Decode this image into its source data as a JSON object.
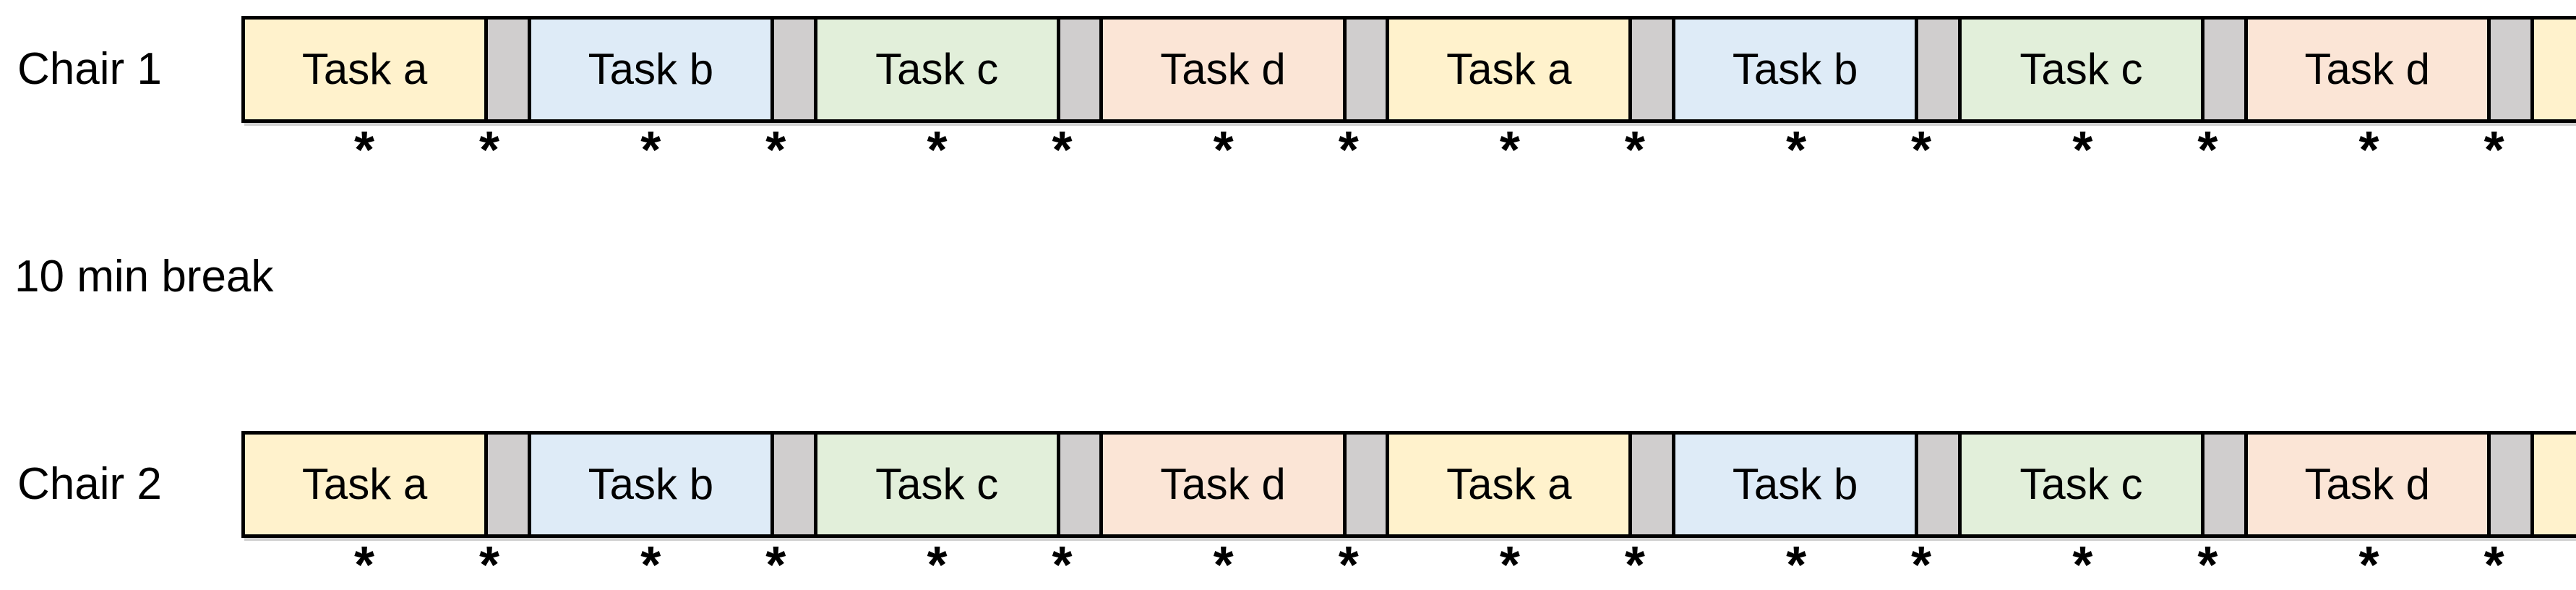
{
  "diagram": {
    "rows": [
      {
        "label": "Chair 1"
      },
      {
        "label": "Chair 2"
      }
    ],
    "break_label": "10 min break",
    "task_sequence": [
      {
        "label": "Task a",
        "color": "#FFF2CC"
      },
      {
        "label": "Task b",
        "color": "#DEEBF7"
      },
      {
        "label": "Task c",
        "color": "#E2EFDA"
      },
      {
        "label": "Task d",
        "color": "#FBE5D6"
      },
      {
        "label": "Task a",
        "color": "#FFF2CC"
      },
      {
        "label": "Task b",
        "color": "#DEEBF7"
      },
      {
        "label": "Task c",
        "color": "#E2EFDA"
      },
      {
        "label": "Task d",
        "color": "#FBE5D6"
      }
    ],
    "gap_color": "#D0CECE",
    "border_color": "#000000",
    "trailing_block_color": "#FFF2CC",
    "asterisk_char": "*"
  }
}
